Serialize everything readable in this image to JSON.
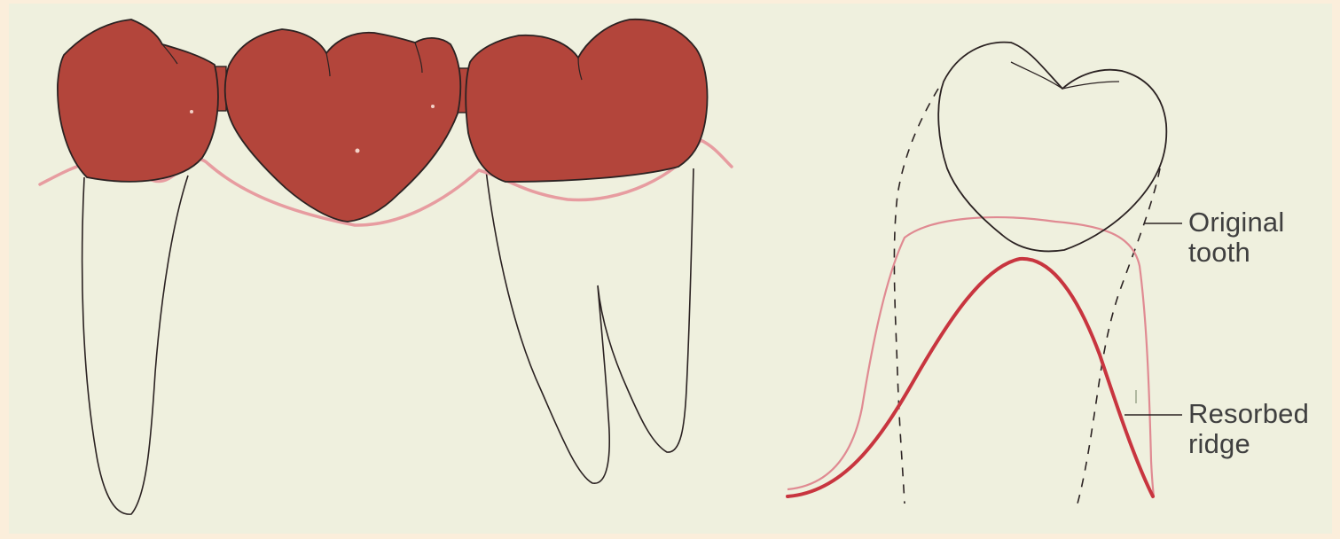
{
  "labels": {
    "original_tooth": [
      "Original",
      "tooth"
    ],
    "resorbed_ridge": [
      "Resorbed",
      "ridge"
    ]
  },
  "colors": {
    "background": "#eff0de",
    "border": "#fbeedb",
    "crown_fill": "#b3453b",
    "outline": "#2b2222",
    "gum_line": "#e79ca0",
    "resorbed_ridge_line": "#c8353f",
    "label_text": "#3f3f3f"
  },
  "icons": [
    "fixed-bridge-illustration",
    "tooth-cross-section-illustration"
  ]
}
